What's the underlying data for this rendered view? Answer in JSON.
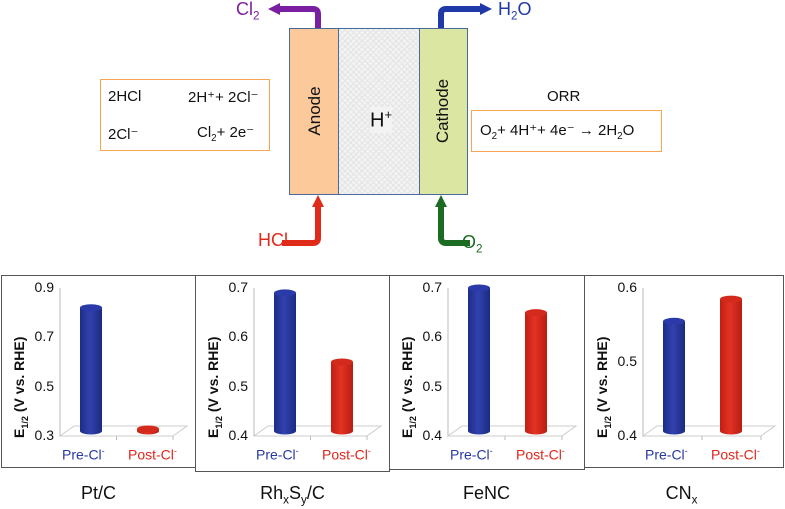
{
  "diagram": {
    "anode_label": "Anode",
    "cathode_label": "Cathode",
    "proton_label": "H",
    "proton_charge": "+",
    "inlet_anode": "HCl",
    "inlet_cathode_main": "O",
    "inlet_cathode_sub": "2",
    "outlet_anode_main": "Cl",
    "outlet_anode_sub": "2",
    "outlet_cathode_main": "H",
    "outlet_cathode_sub": "2",
    "outlet_cathode_tail": "O",
    "anode_reactions": {
      "line1_left": "2HCl",
      "line1_right": "2H⁺+ 2Cl⁻",
      "line2_left": "2Cl⁻",
      "line2_arrow": "→",
      "line2_right_main": "Cl",
      "line2_right_sub": "2",
      "line2_right_tail": "+ 2e⁻"
    },
    "orr_title": "ORR",
    "orr_reaction": {
      "a": "O",
      "a_sub": "2",
      "b": "+ 4H⁺+ 4e⁻ → 2H",
      "b_sub": "2",
      "c": "O"
    },
    "colors": {
      "anode_fill": "#fbc99a",
      "cathode_fill": "#dbe6a2",
      "membrane_fill": "#f2f2f2",
      "cl2_arrow": "#7b1fa2",
      "h2o_arrow": "#2138a8",
      "hcl_arrow": "#e02a1a",
      "o2_arrow": "#1c6b22",
      "box_border": "#f5a553"
    }
  },
  "chart_data": [
    {
      "type": "bar",
      "title": "Pt/C",
      "ylabel": "E1/2 (V vs. RHE)",
      "categories": [
        "Pre-Cl⁻",
        "Post-Cl⁻"
      ],
      "values": [
        0.82,
        0.32
      ],
      "ylim": [
        0.3,
        0.9
      ],
      "yticks": [
        "0.9",
        "0.7",
        "0.5",
        "0.3"
      ],
      "colors": [
        "#26389f",
        "#d9261b"
      ]
    },
    {
      "type": "bar",
      "title": "RhxSy/C",
      "ylabel": "E1/2 (V vs. RHE)",
      "categories": [
        "Pre-Cl⁻",
        "Post-Cl⁻"
      ],
      "values": [
        0.69,
        0.55
      ],
      "ylim": [
        0.4,
        0.7
      ],
      "yticks": [
        "0.7",
        "0.6",
        "0.5",
        "0.4"
      ],
      "colors": [
        "#26389f",
        "#d9261b"
      ]
    },
    {
      "type": "bar",
      "title": "FeNC",
      "ylabel": "E1/2 (V vs. RHE)",
      "categories": [
        "Pre-Cl⁻",
        "Post-Cl⁻"
      ],
      "values": [
        0.7,
        0.65
      ],
      "ylim": [
        0.4,
        0.7
      ],
      "yticks": [
        "0.7",
        "0.6",
        "0.5",
        "0.4"
      ],
      "colors": [
        "#26389f",
        "#d9261b"
      ]
    },
    {
      "type": "bar",
      "title": "CNx",
      "ylabel": "E1/2 (V vs. RHE)",
      "categories": [
        "Pre-Cl⁻",
        "Post-Cl⁻"
      ],
      "values": [
        0.555,
        0.585
      ],
      "ylim": [
        0.4,
        0.6
      ],
      "yticks": [
        "0.6",
        "0.5",
        "0.4"
      ],
      "colors": [
        "#26389f",
        "#d9261b"
      ]
    }
  ],
  "panels": [
    {
      "title_main": "Pt/C",
      "title_sub1": "",
      "title_mid": "",
      "title_sub2": "",
      "title_tail": ""
    },
    {
      "title_main": "Rh",
      "title_sub1": "x",
      "title_mid": "S",
      "title_sub2": "y",
      "title_tail": "/C"
    },
    {
      "title_main": "FeNC",
      "title_sub1": "",
      "title_mid": "",
      "title_sub2": "",
      "title_tail": ""
    },
    {
      "title_main": "CN",
      "title_sub1": "x",
      "title_mid": "",
      "title_sub2": "",
      "title_tail": ""
    }
  ],
  "axis": {
    "y_main": "E",
    "y_sub": "1/2",
    "y_rest": " (V vs. RHE)",
    "pre_label": "Pre-Cl",
    "post_label": "Post-Cl",
    "charge": "-"
  }
}
